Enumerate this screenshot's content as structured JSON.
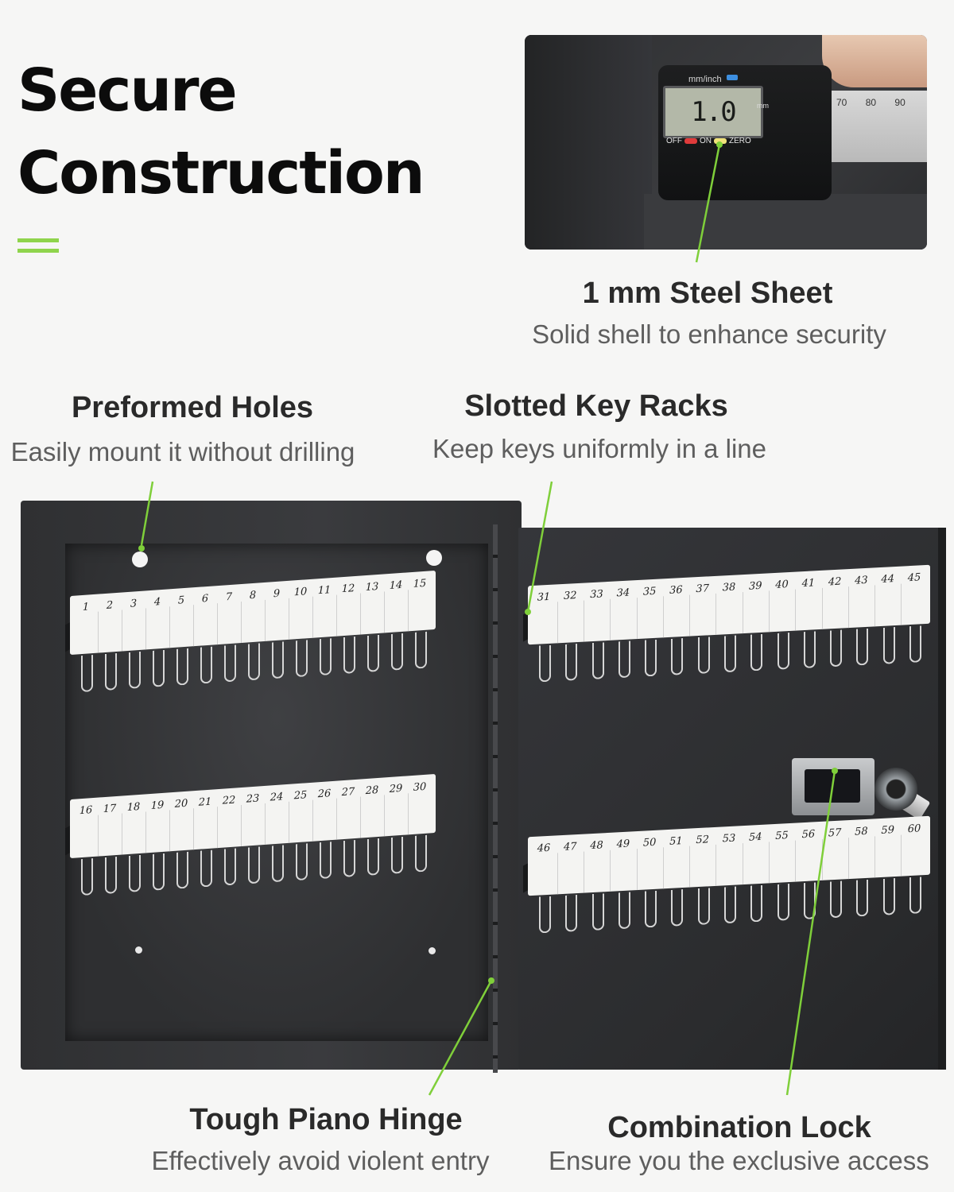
{
  "headline": {
    "line1": "Secure",
    "line2": "Construction"
  },
  "colors": {
    "accent": "#8fd44c",
    "callout_line": "#7fcf3a",
    "box": "#2f3032"
  },
  "photo": {
    "lcd_reading": "1.0",
    "lcd_unit": "mm",
    "unit_label": "mm/inch",
    "buttons": [
      "OFF",
      "ON",
      "ZERO"
    ],
    "ruler_numbers": [
      "70",
      "80",
      "90"
    ]
  },
  "features": {
    "steel": {
      "title": "1 mm Steel Sheet",
      "subtitle": "Solid shell to enhance security"
    },
    "holes": {
      "title": "Preformed Holes",
      "subtitle": "Easily mount it without drilling"
    },
    "racks": {
      "title": "Slotted Key Racks",
      "subtitle": "Keep keys uniformly in a line"
    },
    "hinge": {
      "title": "Tough Piano Hinge",
      "subtitle": "Effectively avoid violent entry"
    },
    "lock": {
      "title": "Combination Lock",
      "subtitle": "Ensure you the exclusive access"
    }
  },
  "key_racks": [
    {
      "name": "rack-1-15",
      "start": 1,
      "end": 15
    },
    {
      "name": "rack-16-30",
      "start": 16,
      "end": 30
    },
    {
      "name": "rack-31-45",
      "start": 31,
      "end": 45
    },
    {
      "name": "rack-46-60",
      "start": 46,
      "end": 60
    }
  ],
  "total_key_hooks": 60
}
